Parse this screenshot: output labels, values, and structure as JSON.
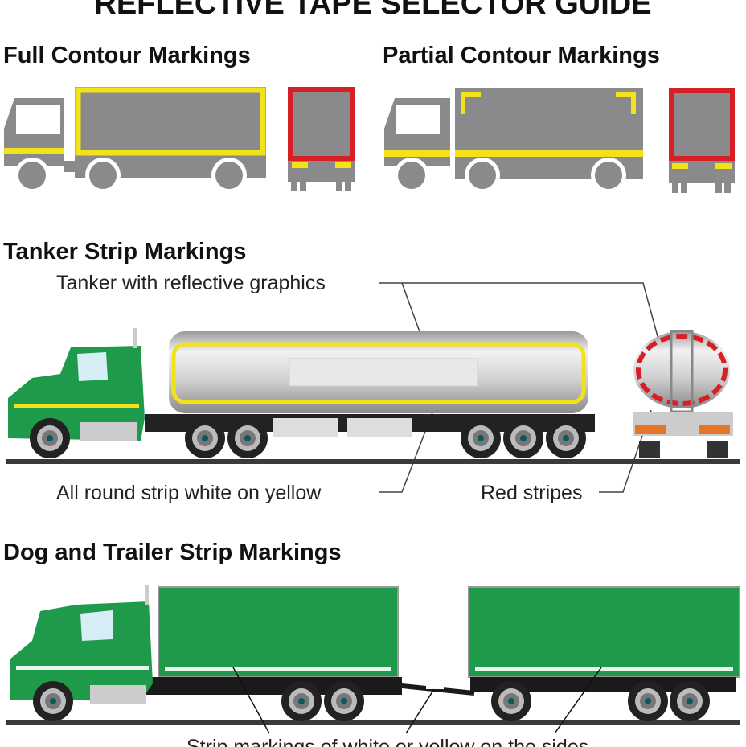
{
  "title": "REFLECTIVE TAPE SELECTOR GUIDE",
  "sections": {
    "full_contour": {
      "heading": "Full Contour Markings"
    },
    "partial_contour": {
      "heading": "Partial Contour Markings"
    },
    "tanker": {
      "heading": "Tanker Strip Markings",
      "callout_graphics": "Tanker with reflective graphics",
      "callout_strip": "All round strip white on yellow",
      "callout_red": "Red stripes"
    },
    "dog_trailer": {
      "heading": "Dog and Trailer Strip Markings",
      "callout_sides": "Strip markings of white or yellow on the sides"
    }
  },
  "colors": {
    "truck_gray": "#8a8a8c",
    "tape_yellow": "#f2e21a",
    "tape_red": "#d71f26",
    "cab_green": "#1f9a4a",
    "ground": "#3a3a3a"
  }
}
